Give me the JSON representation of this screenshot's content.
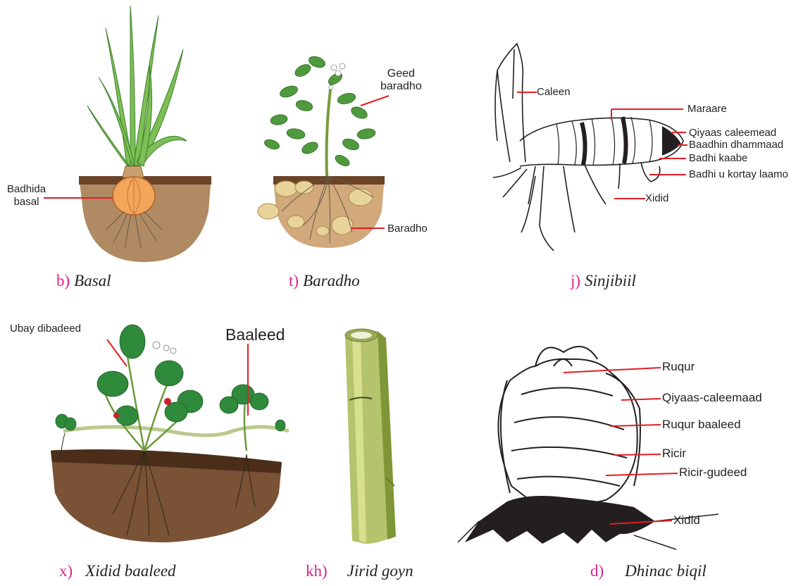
{
  "panels": {
    "basal": {
      "letter": "b)",
      "caption": "Basal",
      "labels": {
        "bulb": "Badhida\nbasal"
      }
    },
    "baradho": {
      "letter": "t)",
      "caption": "Baradho",
      "labels": {
        "plant": "Geed\nbaradho",
        "tuber": "Baradho"
      }
    },
    "sinjibiil": {
      "letter": "j)",
      "caption": "Sinjibiil",
      "labels": {
        "caleen": "Caleen",
        "maraare": "Maraare",
        "qiyaas": "Qiyaas caleemead",
        "baadhin": "Baadhin dhammaad",
        "kaabe": "Badhi kaabe",
        "kortay": "Badhi u kortay laamo",
        "xidid": "Xidid"
      }
    },
    "xidid_baaleed": {
      "letter": "x)",
      "caption": "Xidid baaleed",
      "labels": {
        "ubay": "Ubay dibadeed",
        "baaleed": "Baaleed"
      }
    },
    "jirid": {
      "letter": "kh)",
      "caption": "Jirid goyn"
    },
    "dhinac": {
      "letter": "d)",
      "caption": "Dhinac biqil",
      "labels": {
        "ruqur": "Ruqur",
        "qiyaas": "Qiyaas-caleemaad",
        "ruqur_baaleed": "Ruqur baaleed",
        "ricir": "Ricir",
        "ricir_gudeed": "Ricir-gudeed",
        "xidid": "Xidid"
      }
    }
  },
  "colors": {
    "caption_letter": "#e0218a",
    "leader_line": "#e31e24",
    "soil": "#8b5a2b",
    "leaf": "#4a9a3a",
    "stem": "#a8c060"
  }
}
